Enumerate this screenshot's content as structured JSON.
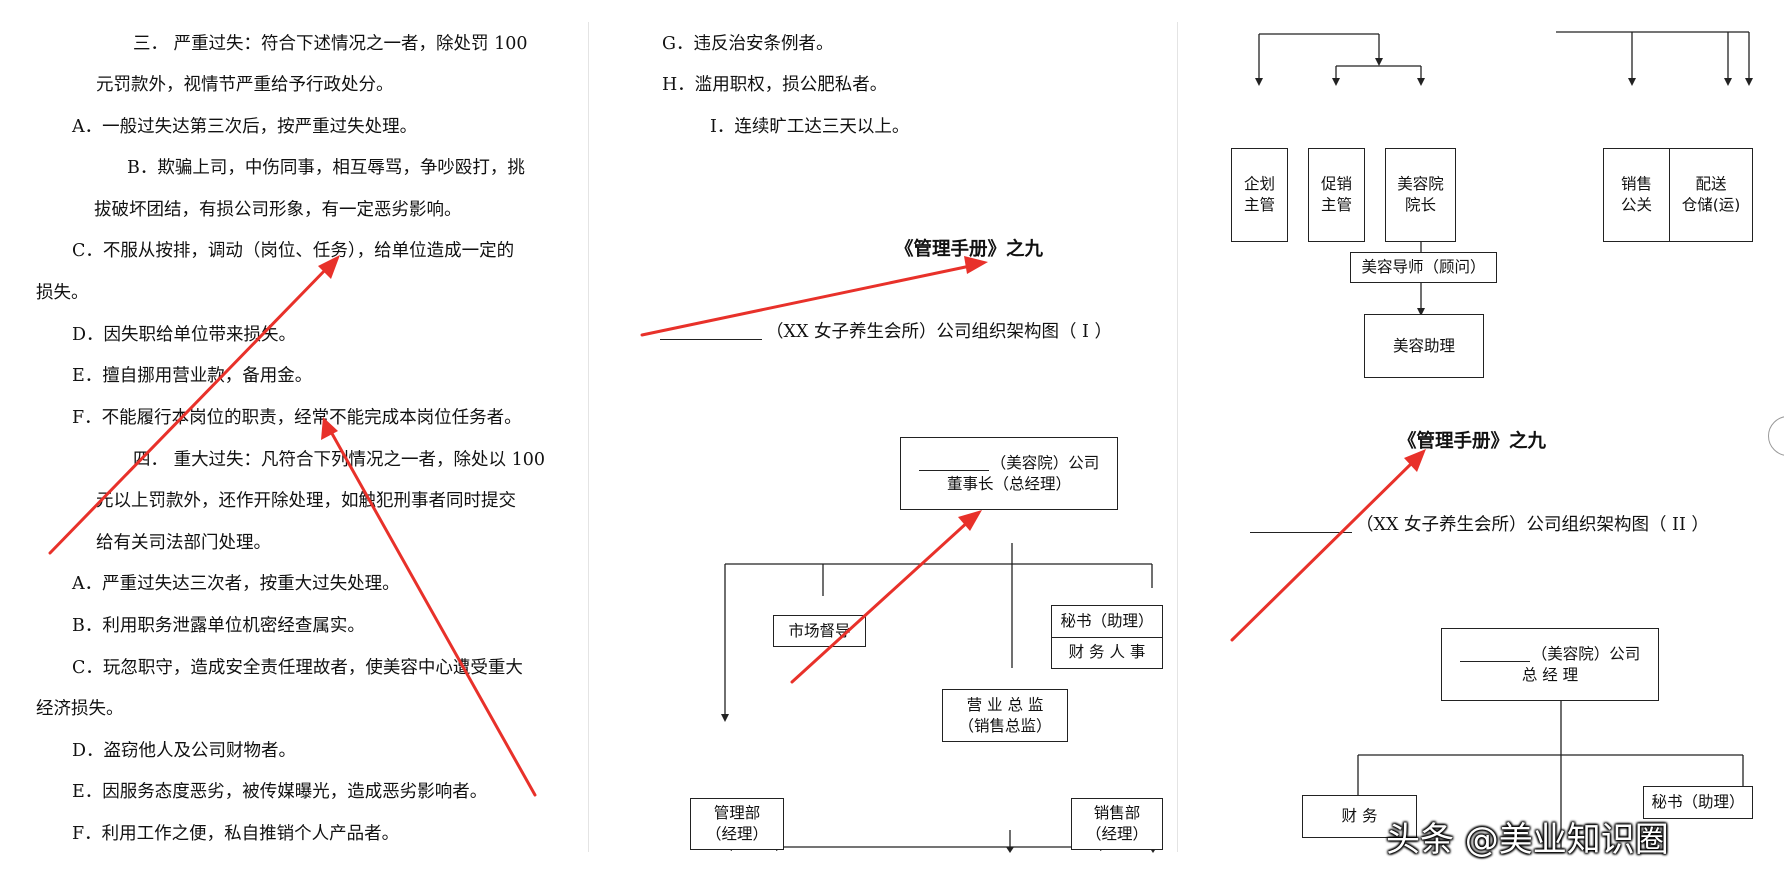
{
  "left_page": {
    "lines": [
      "三．  严重过失：符合下述情况之一者，除处罚 100",
      "元罚款外，视情节严重给予行政处分。",
      "A．一般过失达第三次后，按严重过失处理。",
      "B．欺骗上司，中伤同事，相互辱骂，争吵殴打，挑",
      "拔破坏团结，有损公司形象，有一定恶劣影响。",
      "C．不服从按排，调动（岗位、任务），给单位造成一定的",
      "损失。",
      "D．因失职给单位带来损失。",
      "E．擅自挪用营业款，备用金。",
      "F．不能履行本岗位的职责，经常不能完成本岗位任务者。",
      "四．  重大过失：凡符合下列情况之一者，除处以 100",
      "元以上罚款外，还作开除处理，如触犯刑事者同时提交",
      "给有关司法部门处理。",
      "A．严重过失达三次者，按重大过失处理。",
      "B．利用职务泄露单位机密经查属实。",
      "C．玩忽职守，造成安全责任理故者，使美容中心遭受重大",
      "经济损失。",
      "D．盗窃他人及公司财物者。",
      "E．因服务态度恶劣，被传媒曝光，造成恶劣影响者。",
      "F．利用工作之便，私自推销个人产品者。"
    ]
  },
  "middle_page": {
    "lines": [
      "G．违反治安条例者。",
      "H．滥用职权，损公肥私者。",
      "I．连续旷工达三天以上。"
    ],
    "title": "《管理手册》之九",
    "subtitle": "（XX 女子养生会所）公司组织架构图（ I ）",
    "boxes": {
      "chairman_line1": "（美容院）公司",
      "chairman_line2": "董事长（总经理）",
      "market_supervisor": "市场督导",
      "secretary": "秘书（助理）",
      "finance_hr": "财 务 人 事",
      "sales_director_line1": "营 业 总 监",
      "sales_director_line2": "（销售总监）",
      "admin_dept_line1": "管理部",
      "admin_dept_line2": "（经理）",
      "sales_dept_line1": "销售部",
      "sales_dept_line2": "（经理）"
    }
  },
  "right_page": {
    "boxes": {
      "planning_line1": "企划",
      "planning_line2": "主管",
      "promotion_line1": "促销",
      "promotion_line2": "主管",
      "salon_head_line1": "美容院",
      "salon_head_line2": "院长",
      "sales_pr_line1": "销售",
      "sales_pr_line2": "公关",
      "delivery_line1": "配送",
      "delivery_line2": "仓储(运)",
      "beauty_advisor": "美容导师（顾问）",
      "beauty_assistant": "美容助理",
      "gm_line1": "（美容院）公司",
      "gm_line2": "总 经 理",
      "finance": "财  务",
      "secretary": "秘书（助理）"
    },
    "title": "《管理手册》之九",
    "subtitle": "（XX 女子养生会所）公司组织架构图（ II ）"
  },
  "watermark": "头条 @美业知识圈",
  "colors": {
    "annotation_arrow": "#e8312a",
    "text": "#111111",
    "box_border": "#222222"
  }
}
